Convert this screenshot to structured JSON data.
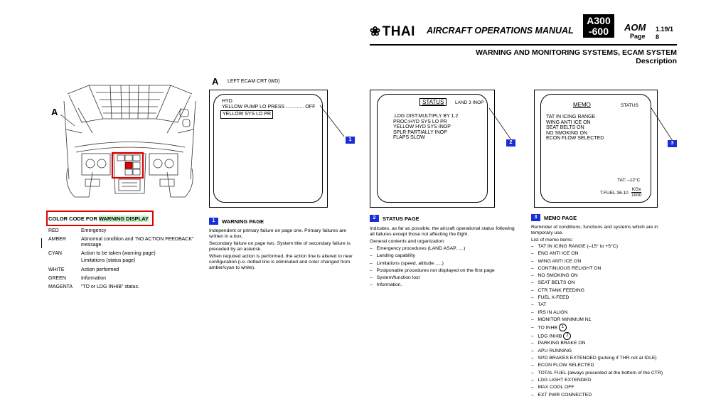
{
  "header": {
    "logo": "THAI",
    "title": "AIRCRAFT OPERATIONS MANUAL",
    "aircraft_line1": "A300",
    "aircraft_line2": "-600",
    "manual": "AOM",
    "page_label": "Page",
    "revision": "1.19/1",
    "page_number": "8",
    "section": "WARNING AND MONITORING SYSTEMS, ECAM SYSTEM",
    "description": "Description"
  },
  "cockpit": {
    "label_a": "A"
  },
  "left_crt": {
    "label_a": "A",
    "caption": "LEFT ECAM CRT (WD)",
    "line1": "HYD",
    "line2": "YELLOW PUMP LO PRESS ............. OFF",
    "boxed": "YELLOW SYS LO PR",
    "tag": "1"
  },
  "status_crt": {
    "title": "STATUS",
    "side": "LAND 3 INOP",
    "lines": [
      ".LDG DIST:MULTIPLY BY 1.2",
      "PROC:HYD SYS LO PR",
      "YELLOW HYD SYS INOP",
      "SPLR PARTIALLY INOP",
      "FLAPS SLOW"
    ],
    "tag": "2"
  },
  "memo_crt": {
    "title": "MEMO",
    "side": "STATUS",
    "lines": [
      "TAT IN ICING RANGE",
      "WING ANTI ICE ON",
      "SEAT BELTS ON",
      "NO SMOKING ON",
      "ECON FLOW SELECTED"
    ],
    "tat": "TAT: –12°C",
    "tfuel": "T.FUEL:36.10",
    "unit_top": "KGx",
    "unit_bottom": "1000",
    "tag": "3"
  },
  "color_code": {
    "title_prefix": "COLOR CODE FOR ",
    "title_highlight": "WARNING DISPLAY",
    "rows": [
      {
        "color": "RED",
        "meaning": "Emergency"
      },
      {
        "color": "AMBER",
        "meaning": "Abnormal condition and “NO ACTION FEEDBACK”"
      },
      {
        "color": "",
        "meaning": "message."
      },
      {
        "color": "CYAN",
        "meaning": "Action to be taken (warning page)"
      },
      {
        "color": "",
        "meaning": "Limitations (status page)"
      },
      {
        "color": "WHITE",
        "meaning": "Action performed"
      },
      {
        "color": "GREEN",
        "meaning": "Information"
      },
      {
        "color": "MAGENTA",
        "meaning": "“TO or LDG INHIB” status."
      }
    ]
  },
  "warning_page": {
    "tag": "1",
    "title": "WARNING PAGE",
    "paragraphs": [
      "Independent or primary failure on page one. Primary failures are written in a box.",
      "Secondary failure on page two. System title of secondary failure is preceded by an asterisk.",
      "When required action is performed, the action line is altered to new configuration (i.e. dotted line is eliminated and color changed from amber/cyan to white)."
    ]
  },
  "status_page": {
    "tag": "2",
    "title": "STATUS PAGE",
    "intro": "Indicates, as far as possible, the aircraft operational status following all failures except those not affecting the flight.",
    "general": "General contents and organization:",
    "items": [
      "Emergency procedures (LAND ASAP, ....)",
      "Landing capability",
      "Limitations (speed, altitude .....)",
      "Postponable procedures not displayed on the first page",
      "System/function lost",
      "Information."
    ]
  },
  "memo_page": {
    "tag": "3",
    "title": "MEMO PAGE",
    "intro": "Reminder of conditions; functions and systems which are in temporary use.",
    "list_label": "List of memo items:",
    "items": [
      {
        "text": "TAT IN ICING RANGE (–15° to +5°C)",
        "circle": ""
      },
      {
        "text": "ENG ANTI ICE ON",
        "circle": ""
      },
      {
        "text": "WING ANTI ICE ON",
        "circle": ""
      },
      {
        "text": "CONTINUOUS RELIGHT ON",
        "circle": ""
      },
      {
        "text": "NO SMOKING ON",
        "circle": ""
      },
      {
        "text": "SEAT BELTS ON",
        "circle": ""
      },
      {
        "text": "CTR TANK FEEDING",
        "circle": ""
      },
      {
        "text": "FUEL X-FEED",
        "circle": ""
      },
      {
        "text": "TAT",
        "circle": ""
      },
      {
        "text": "IRS IN ALIGN",
        "circle": ""
      },
      {
        "text": "MONITOR MINIMUM N1",
        "circle": ""
      },
      {
        "text": "TO INHB",
        "circle": "1"
      },
      {
        "text": "LDG INHIB",
        "circle": "2"
      },
      {
        "text": "PARKING BRAKE ON",
        "circle": ""
      },
      {
        "text": "APU RUNNING",
        "circle": ""
      },
      {
        "text": "SPD BRAKES EXTENDED (pulsing if THR not at IDLE)",
        "circle": ""
      },
      {
        "text": "ECON FLOW SELECTED",
        "circle": ""
      },
      {
        "text": "TOTAL FUEL (always presented at the bottom of the CTR)",
        "circle": ""
      },
      {
        "text": "LDG LIGHT EXTENDED",
        "circle": ""
      },
      {
        "text": "MAX COOL OFF",
        "circle": ""
      },
      {
        "text": "EXT PWR CONNECTED",
        "circle": ""
      }
    ]
  }
}
